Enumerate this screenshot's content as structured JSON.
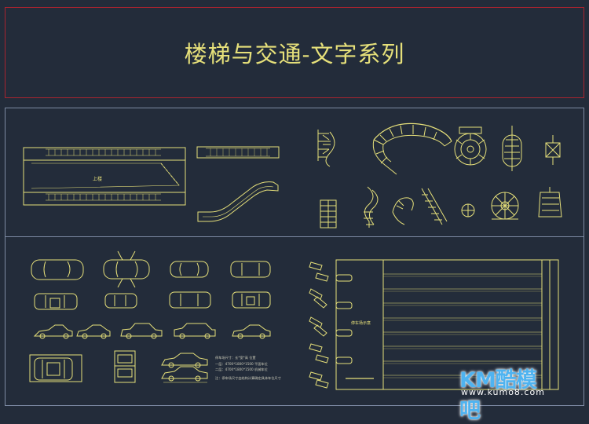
{
  "page": {
    "title": "楼梯与交通-文字系列"
  },
  "escalator_plan": {
    "label": "上楼"
  },
  "parking_lot": {
    "label": "停车场示意"
  },
  "notes": {
    "line1": "停车场尺寸：长*宽*高 位置",
    "line2": "一层：4700*1800*1500 平面车位",
    "line3": "二层：4700*1800*1500 机械车位",
    "line4": "注：停车场尺寸由结构计算确定具体车位尺寸"
  },
  "watermark": {
    "logo": "KM酷模吧",
    "url": "www.kumo8.com"
  },
  "colors": {
    "background": "#232c3a",
    "title_border": "#a8242f",
    "frame": "#7d8aa3",
    "cad_line": "#e6e07a",
    "accent": "#4fb3f0"
  }
}
